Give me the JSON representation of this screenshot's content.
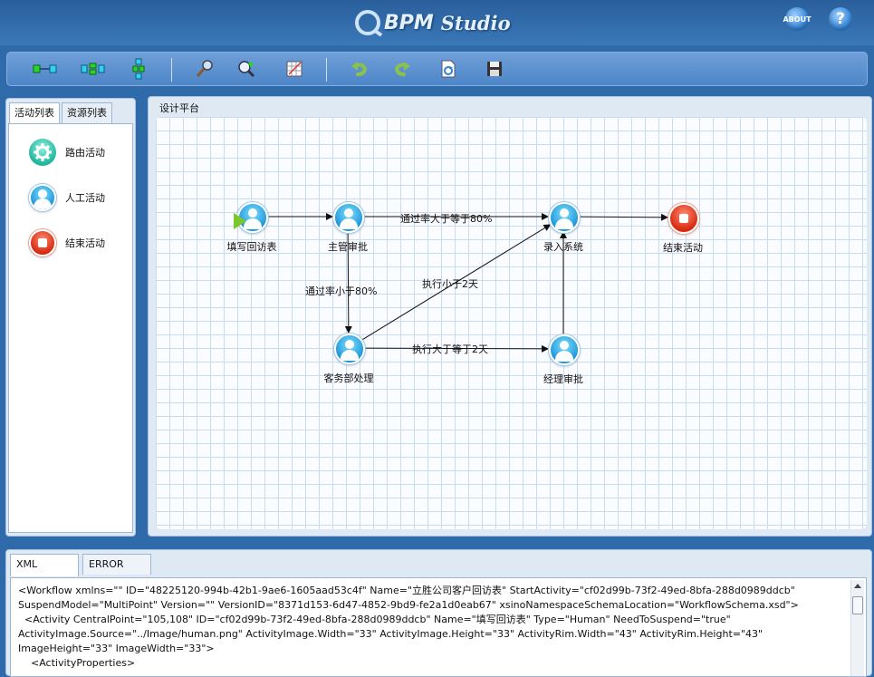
{
  "header": {
    "logo_primary": "BPM",
    "logo_secondary": "Studio",
    "about_label": "ABOUT",
    "help_label": "?"
  },
  "toolbar": {
    "buttons": [
      {
        "icon": "sequence-layout-icon"
      },
      {
        "icon": "horizontal-layout-icon"
      },
      {
        "icon": "vertical-layout-icon"
      },
      {
        "icon": "select-tool-icon"
      },
      {
        "icon": "zoom-in-icon"
      },
      {
        "icon": "grid-icon"
      },
      {
        "icon": "undo-icon"
      },
      {
        "icon": "redo-icon"
      },
      {
        "icon": "refresh-document-icon"
      },
      {
        "icon": "save-icon"
      }
    ]
  },
  "left_panel": {
    "tabs": [
      "活动列表",
      "资源列表"
    ],
    "active_tab": 0,
    "items": [
      {
        "label": "路由活动",
        "icon": "gear-icon"
      },
      {
        "label": "人工活动",
        "icon": "person-icon"
      },
      {
        "label": "结束活动",
        "icon": "stop-icon"
      }
    ]
  },
  "design": {
    "title": "设计平台",
    "nodes": [
      {
        "id": "n1",
        "label": "填写回访表",
        "type": "start-human"
      },
      {
        "id": "n2",
        "label": "主管审批",
        "type": "human"
      },
      {
        "id": "n3",
        "label": "录入系统",
        "type": "human"
      },
      {
        "id": "n4",
        "label": "结束活动",
        "type": "end"
      },
      {
        "id": "n5",
        "label": "客务部处理",
        "type": "human"
      },
      {
        "id": "n6",
        "label": "经理审批",
        "type": "human"
      }
    ],
    "edges": [
      {
        "from": "n1",
        "to": "n2",
        "label": ""
      },
      {
        "from": "n2",
        "to": "n3",
        "label": "通过率大于等于80%"
      },
      {
        "from": "n3",
        "to": "n4",
        "label": ""
      },
      {
        "from": "n2",
        "to": "n5",
        "label": "通过率小于80%"
      },
      {
        "from": "n5",
        "to": "n3",
        "label": "执行小于2天"
      },
      {
        "from": "n5",
        "to": "n6",
        "label": "执行大于等于2天"
      },
      {
        "from": "n6",
        "to": "n3",
        "label": ""
      }
    ],
    "colors": {
      "human": "#1f96d8",
      "end": "#d62a10",
      "start_arrow": "#7cc62a"
    }
  },
  "bottom_panel": {
    "tabs": [
      "XML",
      "ERROR"
    ],
    "active_tab": 0,
    "xml_lines": [
      "<Workflow xmlns=\"\" ID=\"48225120-994b-42b1-9ae6-1605aad53c4f\" Name=\"立胜公司客户回访表\" StartActivity=\"cf02d99b-73f2-49ed-8bfa-288d0989ddcb\"",
      "SuspendModel=\"MultiPoint\" Version=\"\" VersionID=\"8371d153-6d47-4852-9bd9-fe2a1d0eab67\" xsinoNamespaceSchemaLocation=\"WorkflowSchema.xsd\">",
      "  <Activity CentralPoint=\"105,108\" ID=\"cf02d99b-73f2-49ed-8bfa-288d0989ddcb\" Name=\"填写回访表\" Type=\"Human\" NeedToSuspend=\"true\"",
      "ActivityImage.Source=\"../Image/human.png\" ActivityImage.Width=\"33\" ActivityImage.Height=\"33\" ActivityRim.Width=\"43\" ActivityRim.Height=\"43\"",
      "ImageHeight=\"33\" ImageWidth=\"33\">",
      "    <ActivityProperties>"
    ]
  }
}
